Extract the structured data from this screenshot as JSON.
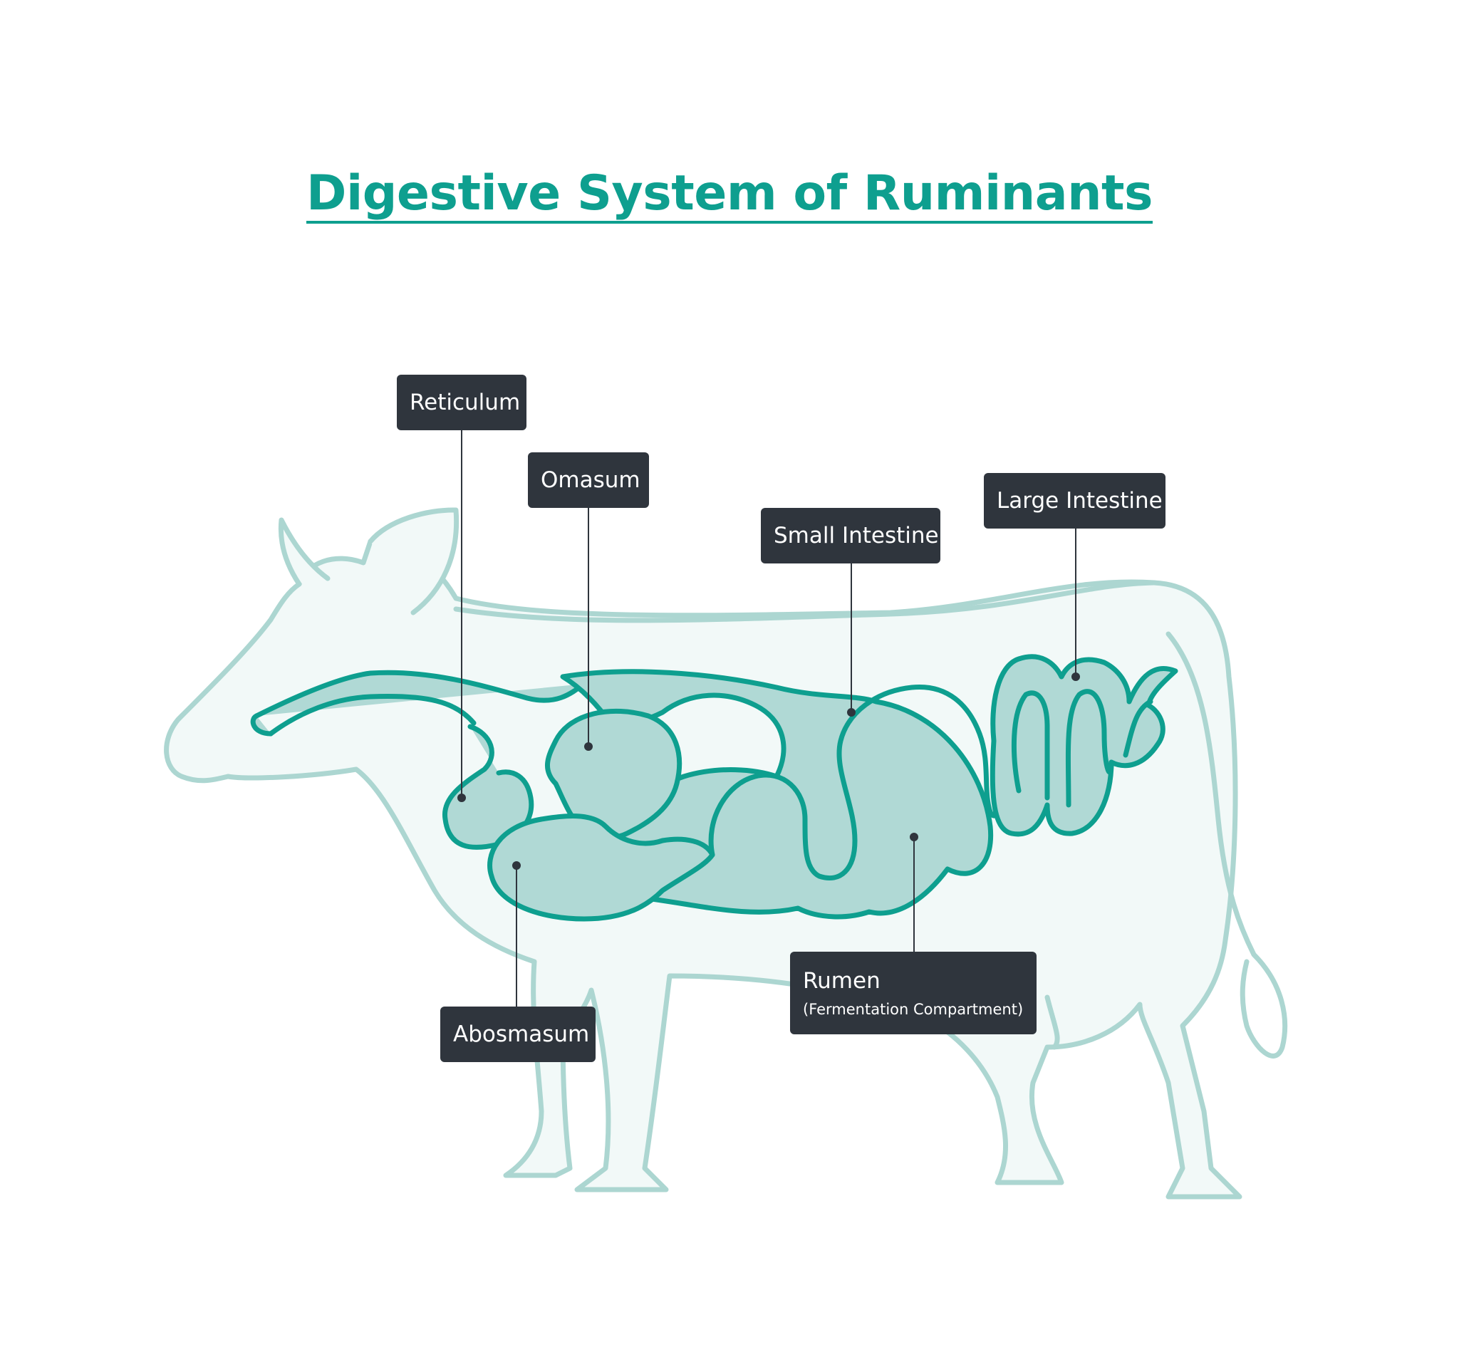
{
  "title": "Digestive System of Ruminants",
  "colors": {
    "accent": "#0e9f8f",
    "organ_fill": "#b0d9d5",
    "body_outline": "#acd6d1",
    "body_fill": "#f2f9f8",
    "label_bg": "#2f353d",
    "label_text": "#ffffff"
  },
  "labels": {
    "reticulum": "Reticulum",
    "omasum": "Omasum",
    "small_intestine": "Small Intestine",
    "large_intestine": "Large Intestine",
    "rumen": "Rumen",
    "rumen_sub": "(Fermentation Compartment)",
    "abosmasum": "Abosmasum"
  }
}
